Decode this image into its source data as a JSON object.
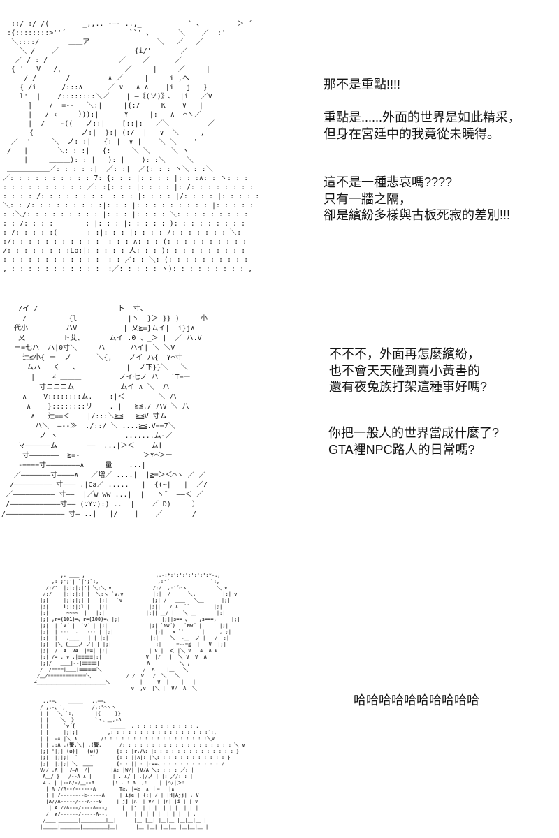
{
  "page": {
    "background": "#ffffff",
    "text_color": "#141414",
    "art_color": "#161616"
  },
  "dialogue": {
    "block1": {
      "lines": [
        "那不是重點!!!!"
      ]
    },
    "block2": {
      "lines": [
        "重點是......外面的世界是如此精采，",
        "但身在宮廷中的我竟從未曉得。"
      ]
    },
    "block3": {
      "lines": [
        "這不是一種悲哀嗎????",
        "只有一牆之隔，",
        "卻是繽紛多樣與古板死寂的差別!!!"
      ]
    },
    "block4": {
      "lines": [
        "不不不，外面再怎麼繽紛，",
        "也不會天天碰到賣小黃書的",
        "還有夜兔族打架這種事好嗎?"
      ]
    },
    "block5": {
      "lines": [
        "你把一般人的世界當成什麼了?",
        "GTA裡NPC路人的日常嗎?"
      ]
    },
    "block6": {
      "lines": [
        "哈哈哈哈哈哈哈哈哈哈"
      ]
    }
  },
  "ascii_art": {
    "panel1": {
      "lines": [
        "  ::/ :/ /(        _,,.. -―- ..,_           ` 、        ＞ ´",
        " :{::::::::>''´               ``' 、      ＼    ／  :'",
        "  ＼::::/       ＿＿ア                ＼   ／   ／",
        "    ＼ /    ／                  {i/'       ／",
        "   ／ / : /                 ／    ／      ／",
        "  { '   V   /,               ／     |     ／     |",
        "     / /       /         ∧ ／     |     i ,ヘ",
        "    { /i      /:::∧      ／|∨   ∧ ∧    |i   j   }",
        "    l'  |    /::::::::＼／    | ―《(ソ)》､  |i   ／V",
        "      ̄|    /  =‐-   ＼:|     |{:/     K    ∨   |",
        "      |   / ‹     ）)):|     |Y     |:   ∧  ⌒ヽ／",
        "      |  /  ＿-((   ノ::|    [::|:   ／＼         ／",
        "   ＿＿{＿＿＿＿＿   ノ:|  }:| (:/  |   ∨  ＼     ,",
        "  ／  '     ＼  ノ: :|   {: |  ∨ |    ＼ ＼    '",
        " /   |       ＼: : :|   {: |   ＼ ＼     ＼ ヽ",
        "     |     ＿＿＿): : |   ): |    ): :＼     ＼",
        " ＿＿＿＿＿＿／: : : : :|  ／: :|  ／(: : : ヽ＼ : :＼",
        "／: : : : : : : : : : 7: {: : : |: : : : |: : :∧: : ヽ: : :",
        ": : : : : : : : : : ／: :[: : : |: : : : |: /: : : : : : : :",
        ": : : : /: : : : : : : : |: : : |: : : : |/: : : : |: : : : :",
        "＼: : /: : : : : : : : :|: : : |: : : : : : : : : |: : : : :",
        ": :＼/: : : : : : : : : |: : : |: : : : ＼: : : : : : : : :",
        ": : /: : : : ＿＿＿＿: |: : : |: : : : : ): : : : : : : : :",
        ": /: : : : :(       : :|: : : |: : : : /: : : : : : : ＼:",
        ":/: : : : : : : : : : : |: : : ∧: : : (: : : : : : : : : :",
        "/: : : : : : : :Lo:|: : : : : 人: : : ): : : : : : : : : :",
        ": : : : : : : : : : : : |: : ／: : ＼: (: : : : : : : : : :",
        ", : : : : : : : : : : : |:／: : : : : ヽ): : : : : : : : : ,"
      ]
    },
    "panel2": {
      "lines": [
        "    /イ /                   ト  寸、",
        "     /          {l            |ヽ  }＞ }} )     小",
        "   代小         ハV           | 乂≧=}ムイ|  i}j∧",
        "    乂         ト艾、      ムイ .0 、_＞ |  ／ ハ.V",
        "   ー=七ハ  ハ|0寸＼     ハ      ハイ| ＼ ＼V",
        "     辷≦小{ ー  ノ      ＼{,    ノイ ハ{  Y⌒寸",
        "      ムハ   く   、           |  ノ下}}＼   ＼",
        "       |    ∠ ＿＿＿         ノイ七ノ ハ   `T=ー",
        "         寸ニニニム           ムイ ∧ ＼  ハ",
        "     ∧    V::::::::ム.  | :|＜        ＼ ハ",
        "      ∧    }::::::::リ  | . |   ≧≦./ ハV ＼ 八",
        "       ∧   辷==＜    |/:::＼≧≦   ≧≦V 寸ム",
        "        ハ＼  ―--≫  ./::/ ＼ ....≧≦.V==7＼",
        "         ノ ヽ                .......ム-／",
        "    マ――――――ム       ――  ...|＞＜    ム[",
        "     寸―――――――  ≧=-               ＞Y⌒＞ー",
        "    -====寸――――――――∧     量    ...|",
        "   ／―――――――寸――――∧   ／増／ ....|  |≧=＞＜⌒ヽ ／ ／",
        "  /――――――――― 寸――― .|Ca／ .....|  |  {(~|   |  ／/",
        " ／―――――――――― 寸――  |／w ww ...|  |   ヽ¨  ――＜ ／",
        " /――――――――――――寸―― (∵Y∵):) ..| |    ／ D)     ）",
        "/―――――――――――――― 寸― ..|   |/    |    ／       /"
      ]
    },
    "panel3": {
      "lines": [
        "            ,. ＿＿ ,                        ,.-:*:':':':':':':*-.,",
        "         ,:';';'| ̄ ̄|';`:,                    ,:'´              `:,",
        "       /;/'| |;|;|;|'| ＼;＼ v              /;/  ,:'´⌒ヽ          ＼ v",
        "      /;/  | |;|;|;| |  ＼;ヽ `v,v          |;|  /      ＼,         |;| v",
        "     |;|   | |;|;|;| |   |;|   `v          |;| /   ＿＿   ＼＿      |;|",
        "     |;|   | l;|;|;l |   |;|              |;||   / ∧  ``        |;|",
        "     |;|   |  ~~~~  |   |;|              |;|| ＿/ |   ＼ ＿       |;|",
        "     |;| ,r=(101)=、r=(100)=、|;|              |;||s== 、   ,s===,     |;|",
        "     |;|  | `v´ |  `v´ | |;|              |;| `Nw´)   `Nw´ |      |;|",
        "     |;|  | :::  .   ::: | |;|              |;|   ∧ ``      |     ,|;|",
        "     |;|  ||  ,＿＿   | | |;|              |;|    ＼  ‐＿  ノ |   / |;|",
        "     |;|  |＼ (＿＿ノ ノ| | |;|              |;| |   =--=≦  |   V  |;|",
        "     |;|  /| A  VA  |≡=| |;|              | V |  ＜ |＼ V   A  Λ V",
        "     |;| /=|, v ,|≡≡≡≡≡|;|               V  |/   |  ＼ V  V  A",
        "     |;|/  |＿＿|--|≡≡≡≡≡|                Λ     |    ＼ ,",
        "     /  /====|＿＿|≡≡≡≡≡≡＼              /  Λ    |＿   ＼",
        "    /＿/≡≡≡≡≡≡≡≡≡≡≡≡≡＼            / /  V   /  ＼   ＼",
        "   ∠＿＿＿＿＿＿＿＿＿＿＿＿＿＿＼          | |   V  |    |   |",
        "                                    v  ,v  |＼ |  V/  A  ＼",
        "",
        "      ,.-―、   ＿＿＿   ,.―-、",
        "     / ,.-、`,         /,:'⌒ヽヽ",
        "     | |   ＼ `:,       |{     ｝}",
        "     | |    ＼  }       `ヽ、＿,-Λ",
        "     | |     `v´{            ＿＿＿  . : : : : : : : : : : .",
        "     | |     |;|;|          ,:': : : : : : : : : : : : : : : :`:,",
        "     | |  ―∧ |＼ ∧        /: : : : : : : : : : : : : : : : : :＼v",
        "     | | ,:Λ ,(警,＼| ,(警,      /: : : : : : : : : : : : : : : : : : : ＼ v",
        "     |;| '|;| (ω)|   (ω))      {: : |r.ハ: |: : : : : : : : : : : : : : }",
        "     |;|  |;|;|  `    ``       {: : ||A|: |＼: : : : : : : : : : : : }",
        "     |;|  |;|;| ＼  ＿＿        {: : || : |r==、: : : : : : : : : : /",
        "     V// ,Λ |  /―Λ  /|       |Λ: |W/| |V/A ＼: : : : ／: |",
        "      Λ＿/ } | /--Λ ∧ |       | . ∧/ | .|/ノ | |: ／/: : |",
        "      ∠ ､ | |--Λ/-/＿--Λ      |: . : Λ  ,:    | |⌒/|＞: |",
        "       | Λ //Λ--/------Λ      | T≧, |=≧  ∧ ｜―|  |∧",
        "       | | /--------≧-----Λ     | ije | {:| / | |H|Ajj| , V",
        "       |Λ//Λ-----/---Λ---0     | jj |ﾊ| | V/ | |ﾊ| |i | | V",
        "        | A //Λ---/----Λ---｣     |  |'| | | |  | | |  | | |",
        "       /  ∧/------/-----Λ--,      |  | | | | |  | | |  | ,",
        "      /＿＿|＿＿＿＿|＿＿＿＿＿|＿|      |＿ |＿| |＿|＿ |＿|＿|＿ |",
        "     |＿＿＿|＿＿＿＿|＿＿＿＿＿|＿|      |＿ |＿| |＿|＿ |＿|＿|＿ |",
        ""
      ]
    }
  }
}
